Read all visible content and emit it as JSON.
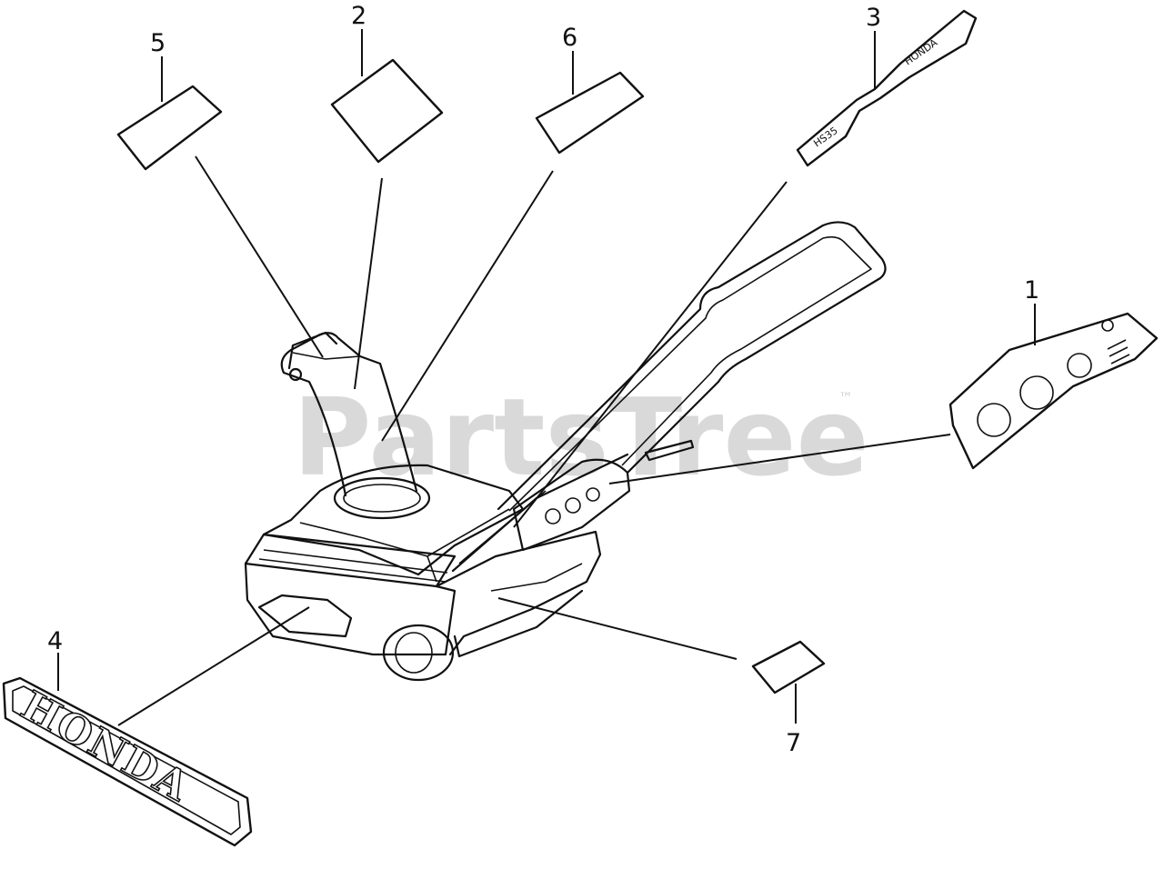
{
  "watermark": {
    "text": "PartsTree",
    "trademark": "™"
  },
  "callouts": [
    {
      "id": "1",
      "label": "1"
    },
    {
      "id": "2",
      "label": "2"
    },
    {
      "id": "3",
      "label": "3"
    },
    {
      "id": "4",
      "label": "4"
    },
    {
      "id": "5",
      "label": "5"
    },
    {
      "id": "6",
      "label": "6"
    },
    {
      "id": "7",
      "label": "7"
    }
  ],
  "decals": {
    "front_logo": "HONDA",
    "handle_logo": "HONDA",
    "model_mark": "HS35"
  }
}
